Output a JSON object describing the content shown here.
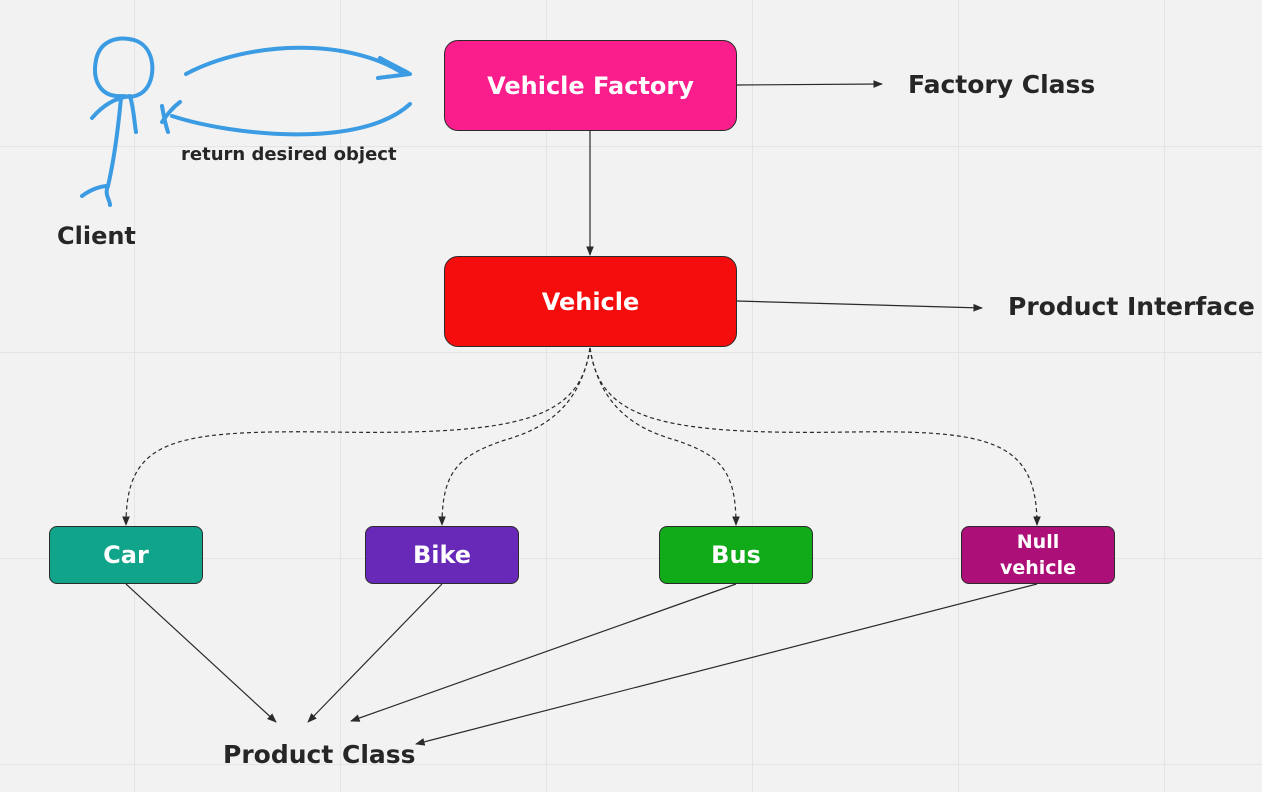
{
  "colors": {
    "factory": "#fa1e8c",
    "vehicle": "#f50d0d",
    "car": "#10a58a",
    "bike": "#6829b8",
    "bus": "#11aa19",
    "null_vehicle": "#ad0f78",
    "client_stroke": "#3b9be3",
    "edge": "#2a2a2a"
  },
  "nodes": {
    "factory": "Vehicle Factory",
    "vehicle": "Vehicle",
    "car": "Car",
    "bike": "Bike",
    "bus": "Bus",
    "null_vehicle_line1": "Null",
    "null_vehicle_line2": "vehicle"
  },
  "labels": {
    "client": "Client",
    "return": "return desired object",
    "factory_class": "Factory Class",
    "product_interface": "Product Interface",
    "product_class": "Product Class"
  },
  "icons": {
    "client": "stick-figure-icon"
  }
}
